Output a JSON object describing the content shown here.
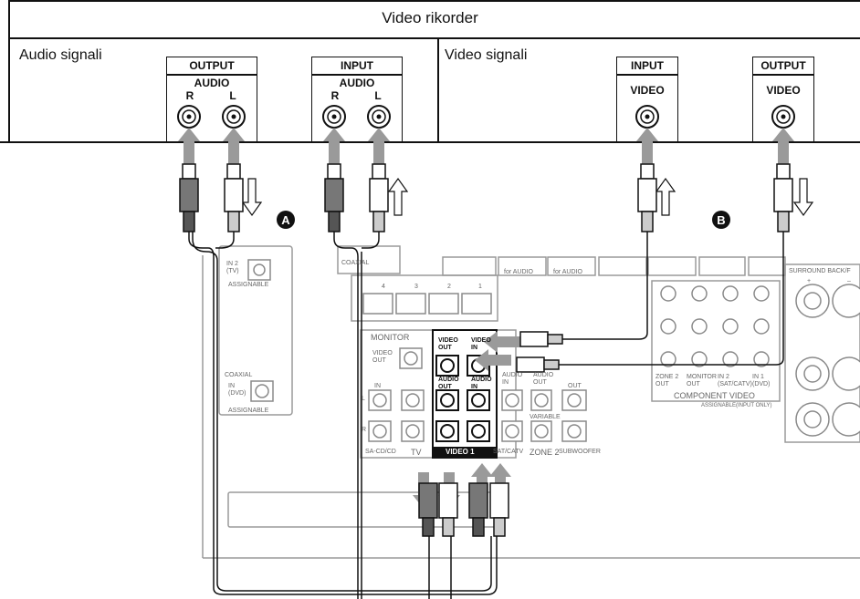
{
  "title": "Video rikorder",
  "sections": {
    "audio": "Audio signali",
    "video": "Video signali"
  },
  "jacks": {
    "audio_out": {
      "head": "OUTPUT",
      "sub": "AUDIO",
      "ch_r": "R",
      "ch_l": "L"
    },
    "audio_in": {
      "head": "INPUT",
      "sub": "AUDIO",
      "ch_r": "R",
      "ch_l": "L"
    },
    "video_in": {
      "head": "INPUT",
      "sub": "VIDEO"
    },
    "video_out": {
      "head": "OUTPUT",
      "sub": "VIDEO"
    }
  },
  "markers": {
    "a": "A",
    "b": "B"
  },
  "receiver": {
    "in2_tv": "IN 2\n(TV)",
    "assignable": "ASSIGNABLE",
    "coaxial": "COAXIAL",
    "in_dvd": "IN\n(DVD)",
    "assignable2": "ASSIGNABLE",
    "coaxial_top": "COAXIAL",
    "for_audio_1": "for AUDIO",
    "for_audio_2": "for AUDIO",
    "monitor": "MONITOR",
    "video_out": "VIDEO\nOUT",
    "video_out_label": "VIDEO\nOUT",
    "video_in_label": "VIDEO\nIN",
    "audio_out_label": "AUDIO\nOUT",
    "audio_in_label": "AUDIO\nIN",
    "video1": "VIDEO 1",
    "sacd": "SA-CD/CD",
    "tv": "TV",
    "satcatv": "SAT/CATV",
    "zone2": "ZONE 2",
    "subwoofer": "SUBWOOFER",
    "audio_out_zone": "AUDIO\nOUT",
    "variable": "VARIABLE",
    "out": "OUT",
    "in": "IN",
    "audio_in_side": "AUDIO\nIN",
    "component_video": "COMPONENT VIDEO",
    "assignable_input_only": "ASSIGNABLE(INPUT ONLY)",
    "zone2_out": "ZONE 2\nOUT",
    "monitor_out": "MONITOR\nOUT",
    "in2_satcatv": "IN 2\n(SAT/CATV)",
    "in1_dvd": "IN 1\n(DVD)",
    "surround_back": "SURROUND BACK/F",
    "num4": "4",
    "num3": "3",
    "num2": "2",
    "num1": "1",
    "L": "L",
    "R": "R",
    "plus": "+",
    "minus": "–"
  }
}
